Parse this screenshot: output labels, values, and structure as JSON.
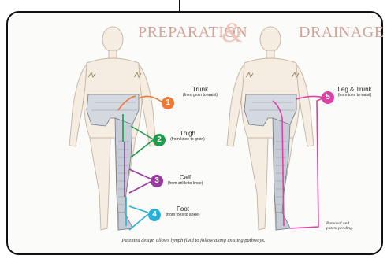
{
  "title": {
    "left": "PREPARATION",
    "ampersand": "&",
    "right": "DRAINAGE"
  },
  "steps": [
    {
      "number": "1",
      "label": "Trunk",
      "detail": "(from groin to waist)",
      "color": "#f07838"
    },
    {
      "number": "2",
      "label": "Thigh",
      "detail": "(from knee to groin)",
      "color": "#1f9a4a"
    },
    {
      "number": "3",
      "label": "Calf",
      "detail": "(from ankle to knee)",
      "color": "#9a3aa0"
    },
    {
      "number": "4",
      "label": "Foot",
      "detail": "(from toes to ankle)",
      "color": "#2ab0d8"
    },
    {
      "number": "5",
      "label": "Leg & Trunk",
      "detail": "(from toes to waist)",
      "color": "#e040a8"
    }
  ],
  "caption": "Patented design allows lymph fluid to follow along existing pathways.",
  "patent_note": {
    "line1": "Patented and",
    "line2": "patent pending."
  }
}
